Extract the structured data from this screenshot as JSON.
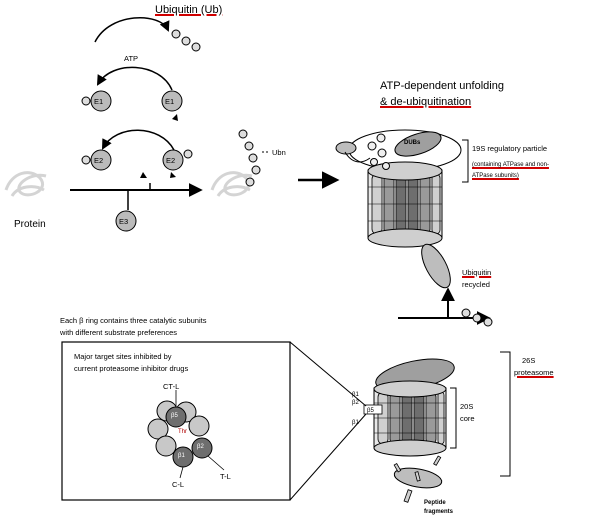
{
  "labels": {
    "ubiquitin_ub": "Ubiquitin (Ub)",
    "atp": "ATP",
    "e1": "E1",
    "e2": "E2",
    "e3": "E3",
    "ubn": "Ubn",
    "protein": "Protein",
    "atp_unfolding_line1": "ATP-dependent unfolding",
    "atp_unfolding_line2": "& de-ubiquitination",
    "dubs": "DUBs",
    "regulatory_particle": "19S regulatory particle",
    "regulatory_note_line1": "(containing ATPase and non-",
    "regulatory_note_line2": "ATPase subunits)",
    "ubiquitin_recycled_line1": "Ubiquitin",
    "ubiquitin_recycled_line2": "recycled",
    "beta_ring_line1": "Each β ring contains three catalytic subunits",
    "beta_ring_line2": "with different substrate preferences",
    "target_sites_line1": "Major target sites inhibited by",
    "target_sites_line2": "current proteasome inhibitor drugs",
    "ct_l": "CT-L",
    "c_l": "C-L",
    "t_l": "T-L",
    "thr": "Thr",
    "beta5": "β5",
    "beta1": "β1",
    "beta2": "β2",
    "core_line1": "20S",
    "core_line2": "core",
    "proteasome_line1": "26S",
    "proteasome_line2": "proteasome",
    "peptide_line1": "Peptide",
    "peptide_line2": "fragments",
    "beta_tags": [
      "β1",
      "β2",
      "β5",
      "β1"
    ]
  },
  "colors": {
    "ring_grey": "#c8c8c8",
    "dark_subunit": "#6e6e6e",
    "accent_underline": "#d00000"
  }
}
